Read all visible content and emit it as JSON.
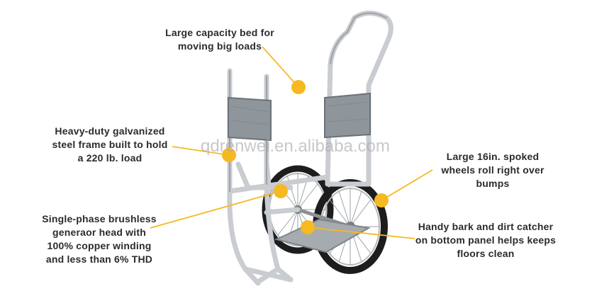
{
  "callouts": {
    "bed": "Large capacity bed for\nmoving big loads",
    "frame": "Heavy-duty galvanized\nsteel frame built to hold\na 220 lb. load",
    "wheels": "Large 16in. spoked\nwheels roll right over\nbumps",
    "generator": "Single-phase brushless\ngeneraor head with\n100% copper winding\nand less than 6% THD",
    "catcher": "Handy bark and dirt catcher\non bottom panel helps keeps\nfloors clean"
  },
  "watermark": "qdrenwei.en.alibaba.com",
  "colors": {
    "accent": "#f5b921",
    "frame": "#c9ccd0",
    "panel": "#8e959b",
    "tire": "#1d1d1d",
    "text": "#2b2b2b"
  }
}
